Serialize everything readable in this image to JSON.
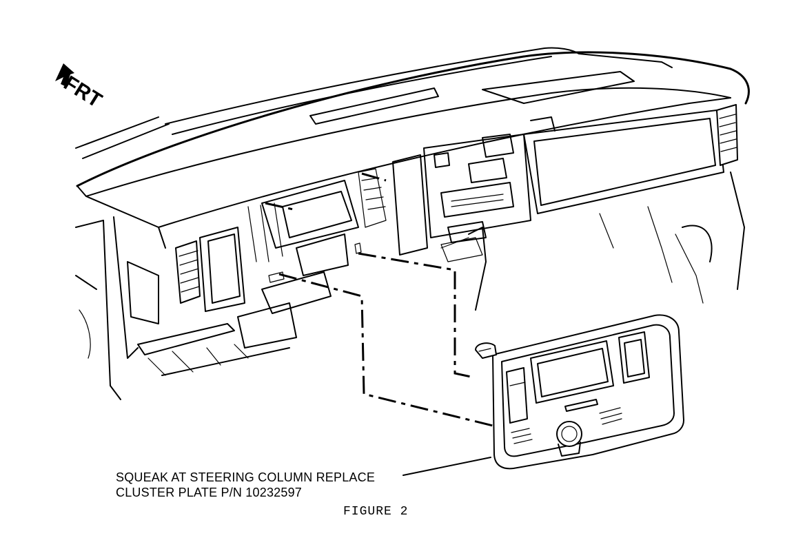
{
  "figure": {
    "direction_label": "FRT",
    "callout_line1": "SQUEAK AT STEERING COLUMN REPLACE",
    "callout_line2": "CLUSTER PLATE P/N 10232597",
    "caption": "FIGURE 2"
  }
}
